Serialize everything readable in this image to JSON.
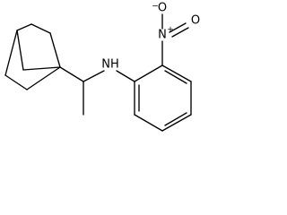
{
  "structure": {
    "atoms": {
      "amine": {
        "label": "NH"
      },
      "nitro_n": {
        "label": "N",
        "charge": "+"
      },
      "nitro_o_top": {
        "label": "O",
        "charge": "−"
      },
      "nitro_o_right": {
        "label": "O"
      }
    }
  }
}
